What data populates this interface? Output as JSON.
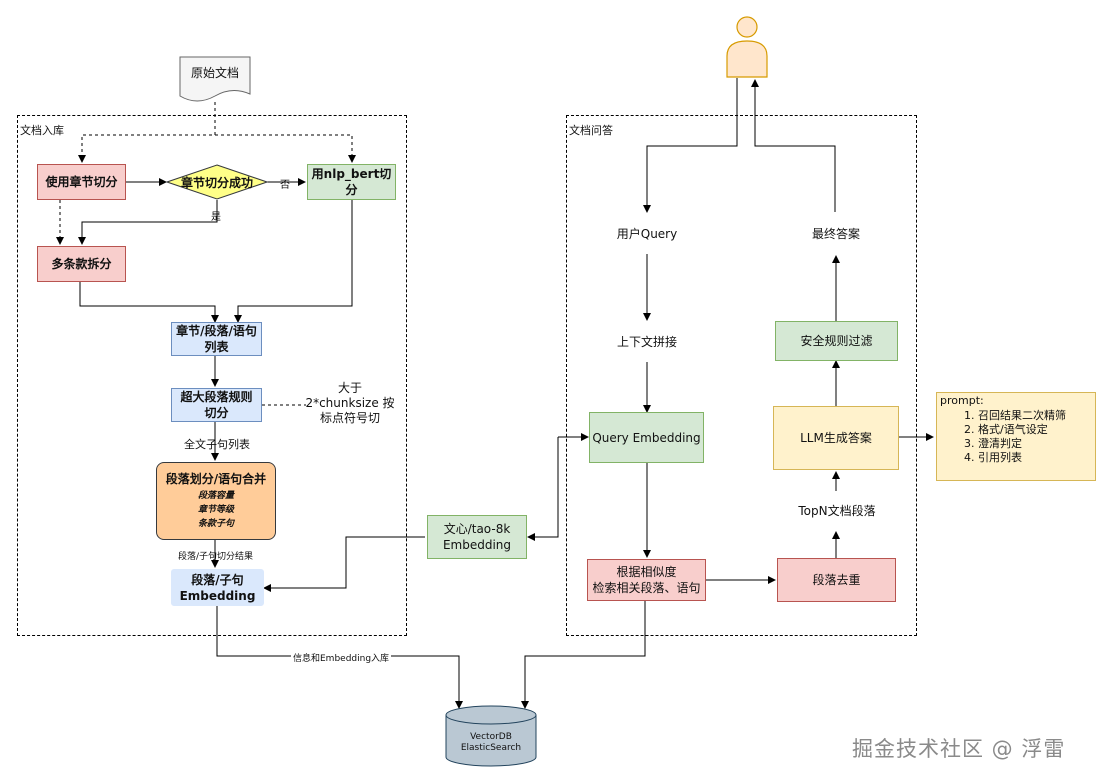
{
  "doc_node": "原始文档",
  "regions": {
    "left_title": "文档入库",
    "right_title": "文档问答"
  },
  "left": {
    "chapter_split": "使用章节切分",
    "decision": "章节切分成功",
    "decision_no": "否",
    "decision_yes": "是",
    "nlp_split": "用nlp_bert切分",
    "multi_split": "多条款拆分",
    "list_line1": "章节/段落/语句",
    "list_line2": "列表",
    "oversize_line1": "超大段落规则",
    "oversize_line2": "切分",
    "oversize_note_line1": "大于",
    "oversize_note_line2": "2*chunksize 按",
    "oversize_note_line3": "标点符号切",
    "full_sentence_label": "全文子句列表",
    "merge_title": "段落划分/语句合并",
    "merge_sub1": "段落容量",
    "merge_sub2": "章节等级",
    "merge_sub3": "条款子句",
    "merge_result_label": "段落/子句切分结果",
    "emb_line1": "段落/子句",
    "emb_line2": "Embedding"
  },
  "middle": {
    "embed_model_line1": "文心/tao-8k",
    "embed_model_line2": "Embedding",
    "store_label": "信息和Embedding入库",
    "db_line1": "VectorDB",
    "db_line2": "ElasticSearch"
  },
  "right": {
    "user_query": "用户Query",
    "context_concat": "上下文拼接",
    "query_embedding": "Query Embedding",
    "retrieve_line1": "根据相似度",
    "retrieve_line2": "检索相关段落、语句",
    "dedup": "段落去重",
    "topn": "TopN文档段落",
    "llm": "LLM生成答案",
    "safety": "安全规则过滤",
    "final": "最终答案"
  },
  "prompt": {
    "title": "prompt:",
    "items": [
      "1. 召回结果二次精筛",
      "2. 格式/语气设定",
      "3. 澄清判定",
      "4. 引用列表"
    ]
  },
  "watermark": "掘金技术社区 @ 浮雷",
  "colors": {
    "red_fill": "#f8cecc",
    "red_border": "#b85450",
    "green_fill": "#d5e8d4",
    "green_border": "#82b366",
    "blue_fill": "#dae8fc",
    "blue_border": "#6c8ebf",
    "yellow_fill": "#fff2cc",
    "yellow_border": "#d6b656",
    "orange_fill": "#ffcc99",
    "purple_fill": "#e1d5e7",
    "purple_border": "#9673a6",
    "user_fill": "#ffe6cc",
    "user_border": "#d79b00"
  }
}
